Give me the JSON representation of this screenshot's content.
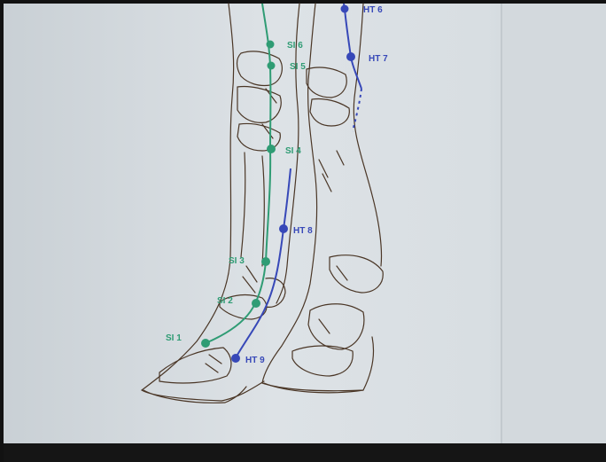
{
  "colors": {
    "page": "#d9dfe3",
    "page_shade": "#c3cbd1",
    "background": "#111111",
    "ink": "#3a2a1c",
    "small_intestine_channel": "#2f9c74",
    "heart_channel": "#3748b8"
  },
  "points": {
    "ht6": "HT 6",
    "ht7": "HT 7",
    "ht8": "HT 8",
    "ht9": "HT 9",
    "si6": "SI 6",
    "si5": "SI 5",
    "si4": "SI 4",
    "si3": "SI 3",
    "si2": "SI 2",
    "si1": "SI 1"
  }
}
